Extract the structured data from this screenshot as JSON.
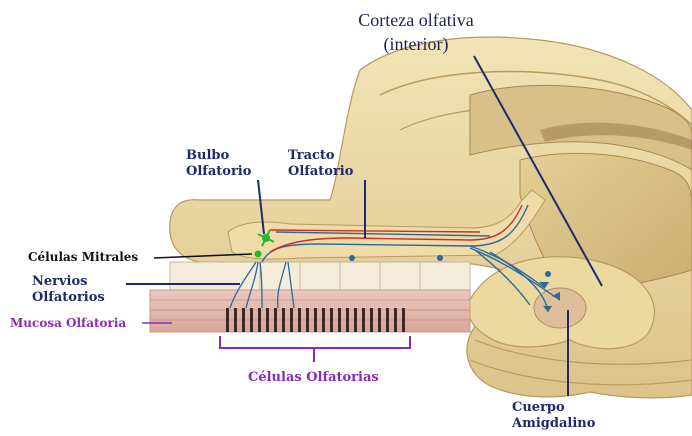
{
  "labels": {
    "cortex": "Corteza olfativa",
    "cortex_sub": "(interior)",
    "bulb_line1": "Bulbo",
    "bulb_line2": "Olfatorio",
    "tract_line1": "Tracto",
    "tract_line2": "Olfatorio",
    "mitral": "Células Mitrales",
    "nerves_line1": "Nervios",
    "nerves_line2": "Olfatorios",
    "mucosa": "Mucosa Olfatoria",
    "olfactory_cells": "Células Olfatorias",
    "amygdala_line1": "Cuerpo",
    "amygdala_line2": "Amigdalino"
  },
  "colors": {
    "label_navy": "#1f2a6e",
    "label_black": "#111111",
    "label_purple": "#8a2bb5",
    "brain_tan": "#ead9a4",
    "brain_shadow": "#cdb57a",
    "bone": "#f1ead8",
    "mucosa_pink": "#e8bfb6",
    "nerve_blue": "#2d6a9a",
    "nerve_red": "#c8322a",
    "mitral_green": "#2bb52b"
  }
}
